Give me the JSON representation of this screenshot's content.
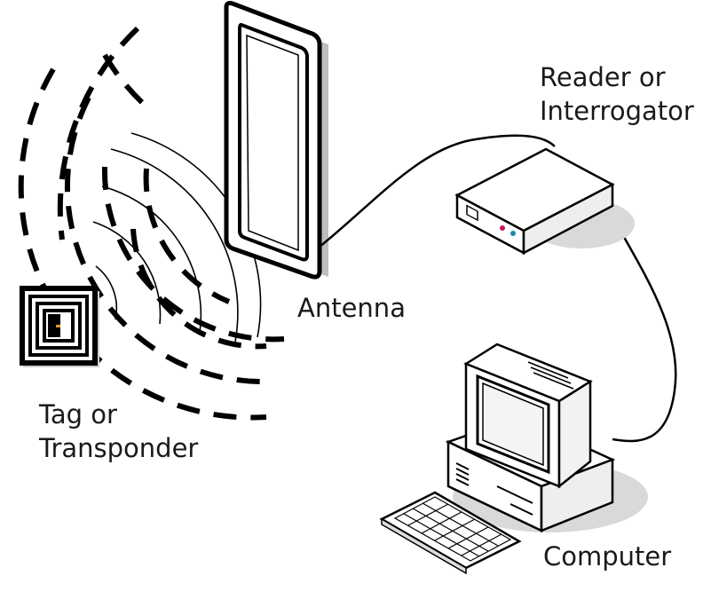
{
  "labels": {
    "tag": [
      "Tag or",
      "Transponder"
    ],
    "antenna": "Antenna",
    "reader": [
      "Reader or",
      "Interrogator"
    ],
    "computer": "Computer"
  },
  "colors": {
    "line": "#000000",
    "shadow": "#d9d9d9",
    "reader_led_left": "#c2185b",
    "reader_led_right": "#1e88a8",
    "tag_chip": "#e69a1e"
  }
}
